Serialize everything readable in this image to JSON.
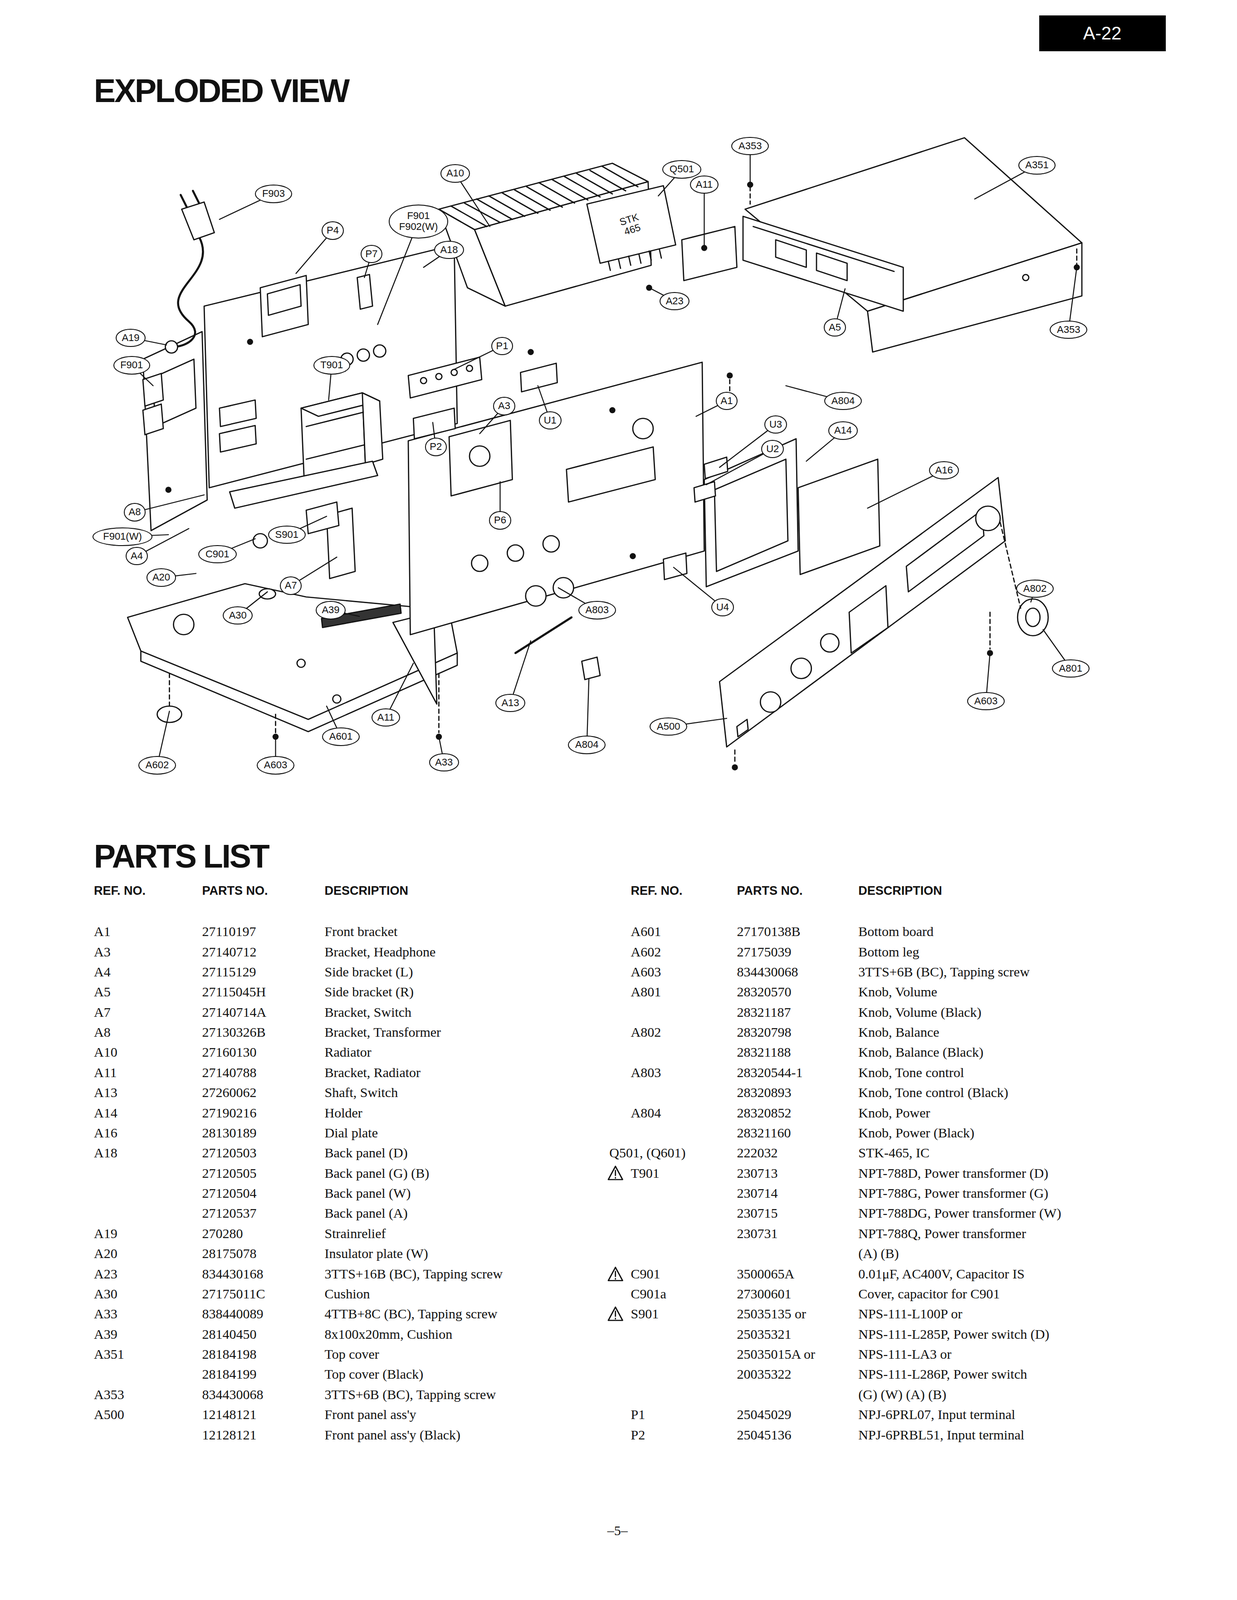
{
  "diagram": {
    "title": "EXPLODED VIEW",
    "nodes": [
      {
        "text": [
          "A-22"
        ]
      },
      {
        "text": [
          "A353"
        ]
      },
      {
        "text": [
          "F903"
        ]
      },
      {
        "text": [
          "A10"
        ]
      },
      {
        "text": [
          "Q501"
        ]
      },
      {
        "text": [
          "A11"
        ]
      },
      {
        "text": [
          "F901 F902(W)"
        ]
      },
      {
        "text": [
          "P4"
        ]
      },
      {
        "text": [
          "A351"
        ]
      },
      {
        "text": [
          "P7"
        ]
      },
      {
        "text": [
          "A18"
        ]
      },
      {
        "text": [
          "A23"
        ]
      },
      {
        "text": [
          "A5"
        ]
      },
      {
        "text": [
          "P1"
        ]
      },
      {
        "text": [
          "A19"
        ]
      },
      {
        "text": [
          "A353"
        ]
      },
      {
        "text": [
          "F901"
        ]
      },
      {
        "text": [
          "T901"
        ]
      },
      {
        "text": [
          "A804"
        ]
      },
      {
        "text": [
          "A1"
        ]
      },
      {
        "text": [
          "A3"
        ]
      },
      {
        "text": [
          "U1"
        ]
      },
      {
        "text": [
          "U3"
        ]
      },
      {
        "text": [
          "A14"
        ]
      },
      {
        "text": [
          "P2"
        ]
      },
      {
        "text": [
          "U2"
        ]
      },
      {
        "text": [
          "A16"
        ]
      },
      {
        "text": [
          "A8"
        ]
      },
      {
        "text": [
          "P6"
        ]
      },
      {
        "text": [
          "F901(W)"
        ]
      },
      {
        "text": [
          "S901"
        ]
      },
      {
        "text": [
          "C901"
        ]
      },
      {
        "text": [
          "A4"
        ]
      },
      {
        "text": [
          "A20"
        ]
      },
      {
        "text": [
          "A7"
        ]
      },
      {
        "text": [
          "A802"
        ]
      },
      {
        "text": [
          "A30"
        ]
      },
      {
        "text": [
          "A39"
        ]
      },
      {
        "text": [
          "A803"
        ]
      },
      {
        "text": [
          "U4"
        ]
      },
      {
        "text": [
          "A801"
        ]
      },
      {
        "text": [
          "A13"
        ]
      },
      {
        "text": [
          "A603"
        ]
      },
      {
        "text": [
          "A500"
        ]
      },
      {
        "text": [
          "A11"
        ]
      },
      {
        "text": [
          "A601"
        ]
      },
      {
        "text": [
          "A804"
        ]
      },
      {
        "text": [
          "A602"
        ]
      },
      {
        "text": [
          "A603"
        ]
      },
      {
        "text": [
          "A33"
        ]
      }
    ],
    "labels": [
      "STK 465",
      "PARTS LIST",
      "REF. NO.",
      "PARTS NO.",
      "DESCRIPTION",
      "REF. NO.",
      "PARTS NO.",
      "DESCRIPTION",
      "A1",
      "27110197",
      "Front bracket",
      "A3",
      "27140712",
      "Bracket, Headphone",
      "A4",
      "27115129",
      "Side bracket (L)",
      "A5",
      "27115045H",
      "Side bracket (R)",
      "A7",
      "27140714A",
      "Bracket, Switch",
      "A8",
      "27130326B",
      "Bracket, Transformer",
      "A10",
      "27160130",
      "Radiator",
      "A11",
      "27140788",
      "Bracket, Radiator",
      "A13",
      "27260062",
      "Shaft, Switch",
      "A14",
      "27190216",
      "Holder",
      "A16",
      "28130189",
      "Dial plate",
      "A18",
      "27120503",
      "Back panel (D)",
      "27120505",
      "Back panel (G) (B)",
      "27120504",
      "Back panel (W)",
      "27120537",
      "Back panel (A)",
      "A19",
      "270280",
      "Strainrelief",
      "A20",
      "28175078",
      "Insulator plate (W)",
      "A23",
      "834430168",
      "3TTS+16B (BC), Tapping screw",
      "A30",
      "27175011C",
      "Cushion",
      "A33",
      "838440089",
      "4TTB+8C (BC), Tapping screw",
      "A39",
      "28140450",
      "8x100x20mm, Cushion",
      "A351",
      "28184198",
      "Top cover",
      "28184199",
      "Top cover (Black)",
      "A353",
      "834430068",
      "3TTS+6B (BC), Tapping screw",
      "A500",
      "12148121",
      "Front panel ass'y",
      "12128121",
      "Front panel ass'y (Black)",
      "A601",
      "27170138B",
      "Bottom board",
      "A602",
      "27175039",
      "Bottom leg",
      "A603",
      "834430068",
      "3TTS+6B (BC), Tapping screw",
      "A801",
      "28320570",
      "Knob, Volume",
      "28321187",
      "Knob, Volume (Black)",
      "A802",
      "28320798",
      "Knob, Balance",
      "28321188",
      "Knob, Balance (Black)",
      "A803",
      "28320544-1",
      "Knob, Tone control",
      "28320893",
      "Knob, Tone control (Black)",
      "A804",
      "28320852",
      "Knob, Power",
      "28321160",
      "Knob, Power (Black)",
      "Q501, (Q601)",
      "222032",
      "STK-465, IC",
      "T901",
      "230713",
      "NPT-788D, Power transformer (D)",
      "230714",
      "NPT-788G, Power transformer (G)",
      "230715",
      "NPT-788DG, Power transformer (W)",
      "230731",
      "NPT-788Q, Power transformer",
      "(A) (B)",
      "C901",
      "3500065A",
      "0.01μF, AC400V, Capacitor IS",
      "C901a",
      "27300601",
      "Cover, capacitor for C901",
      "S901",
      "25035135 or",
      "NPS-111-L100P or",
      "25035321",
      "NPS-111-L285P, Power switch (D)",
      "25035015A or",
      "NPS-111-LA3 or",
      "20035322",
      "NPS-111-L286P, Power switch",
      "(G) (W) (A) (B)",
      "P1",
      "25045029",
      "NPJ-6PRL07, Input terminal",
      "P2",
      "25045136",
      "NPJ-6PRBL51, Input terminal",
      "–5–"
    ]
  }
}
